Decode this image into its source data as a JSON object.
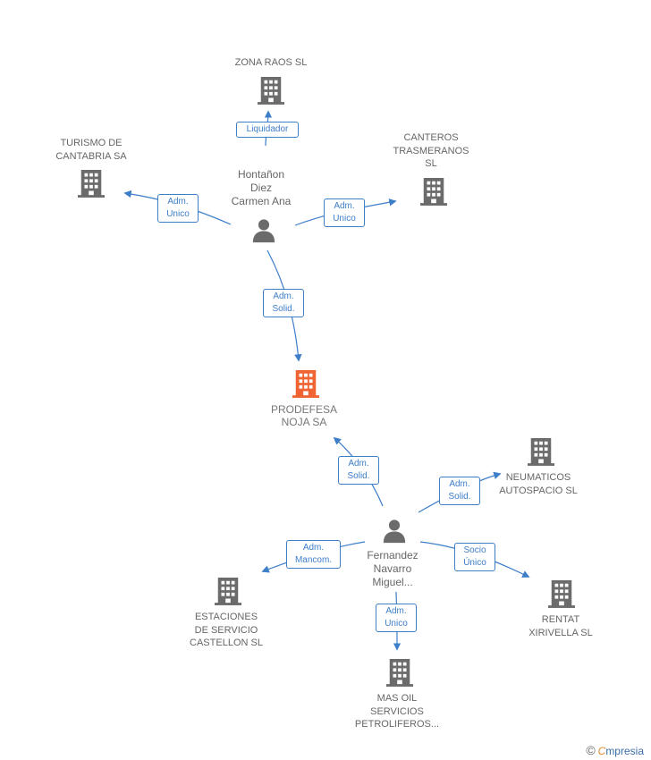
{
  "colors": {
    "building": "#6b6b6b",
    "focal_building": "#ef6432",
    "person": "#6b6b6b",
    "link": "#3d7ec9",
    "text": "#666666"
  },
  "nodes": {
    "zona_raos": {
      "name": "ZONA RAOS SL",
      "icon": "building-icon"
    },
    "turismo": {
      "name": "TURISMO DE\nCANTABRIA SA",
      "icon": "building-icon"
    },
    "canteros": {
      "name": "CANTEROS\nTRASMERANOS\nSL",
      "icon": "building-icon"
    },
    "hontanon": {
      "name": "Hontañon\nDiez\nCarmen Ana",
      "icon": "person-icon"
    },
    "prodefesa": {
      "name": "PRODEFESA\nNOJA SA",
      "icon": "building-icon"
    },
    "neumaticos": {
      "name": "NEUMATICOS\nAUTOSPACIO SL",
      "icon": "building-icon"
    },
    "fernandez": {
      "name": "Fernandez\nNavarro\nMiguel...",
      "icon": "person-icon"
    },
    "estaciones": {
      "name": "ESTACIONES\nDE SERVICIO\nCASTELLON  SL",
      "icon": "building-icon"
    },
    "rentat": {
      "name": "RENTAT\nXIRIVELLA SL",
      "icon": "building-icon"
    },
    "mas_oil": {
      "name": "MAS OIL\nSERVICIOS\nPETROLIFEROS...",
      "icon": "building-icon"
    }
  },
  "edges": {
    "liquidador": {
      "label": "Liquidador"
    },
    "turismo": {
      "label": "Adm.\nUnico"
    },
    "canteros": {
      "label": "Adm.\nUnico"
    },
    "prodefesa_h": {
      "label": "Adm.\nSolid."
    },
    "prodefesa_f": {
      "label": "Adm.\nSolid."
    },
    "neumaticos": {
      "label": "Adm.\nSolid."
    },
    "estaciones": {
      "label": "Adm.\nMancom."
    },
    "rentat": {
      "label": "Socio\nÚnico"
    },
    "mas_oil": {
      "label": "Adm.\nUnico"
    }
  },
  "footer": {
    "copyright_symbol": "©",
    "brand_first": "C",
    "brand_rest": "mpresia"
  }
}
